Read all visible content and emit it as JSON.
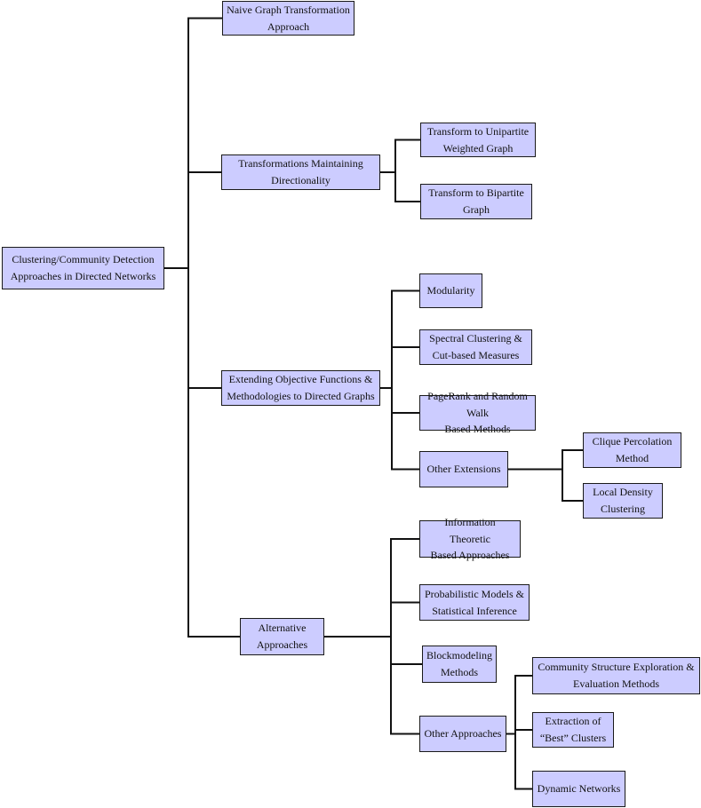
{
  "diagram": {
    "type": "tree",
    "line_color": "#111111",
    "box_fill": "#ccccff",
    "root": {
      "id": "root",
      "label": "Clustering/Community Detection\nApproaches in Directed Networks"
    },
    "nodes": [
      {
        "id": "naive",
        "parent": "root",
        "label": "Naive Graph Transformation\nApproach"
      },
      {
        "id": "transform",
        "parent": "root",
        "label": "Transformations Maintaining\nDirectionality"
      },
      {
        "id": "unipartite",
        "parent": "transform",
        "label": "Transform to Unipartite\nWeighted Graph"
      },
      {
        "id": "bipartite",
        "parent": "transform",
        "label": "Transform to Bipartite\nGraph"
      },
      {
        "id": "extending",
        "parent": "root",
        "label": "Extending Objective Functions &\nMethodologies to Directed Graphs"
      },
      {
        "id": "modularity",
        "parent": "extending",
        "label": "Modularity"
      },
      {
        "id": "spectral",
        "parent": "extending",
        "label": "Spectral Clustering &\nCut-based Measures"
      },
      {
        "id": "pagerank",
        "parent": "extending",
        "label": "PageRank and Random Walk\nBased Methods"
      },
      {
        "id": "other_ext",
        "parent": "extending",
        "label": "Other Extensions"
      },
      {
        "id": "clique",
        "parent": "other_ext",
        "label": "Clique Percolation\nMethod"
      },
      {
        "id": "localdensity",
        "parent": "other_ext",
        "label": "Local Density\nClustering"
      },
      {
        "id": "alternative",
        "parent": "root",
        "label": "Alternative\nApproaches"
      },
      {
        "id": "info",
        "parent": "alternative",
        "label": "Information Theoretic\nBased Approaches"
      },
      {
        "id": "prob",
        "parent": "alternative",
        "label": "Probabilistic Models &\nStatistical Inference"
      },
      {
        "id": "block",
        "parent": "alternative",
        "label": "Blockmodeling\nMethods"
      },
      {
        "id": "other_app",
        "parent": "alternative",
        "label": "Other Approaches"
      },
      {
        "id": "community",
        "parent": "other_app",
        "label": "Community Structure Exploration &\nEvaluation Methods"
      },
      {
        "id": "best",
        "parent": "other_app",
        "label": "Extraction of\n“Best” Clusters"
      },
      {
        "id": "dynamic",
        "parent": "other_app",
        "label": "Dynamic Networks"
      }
    ]
  }
}
